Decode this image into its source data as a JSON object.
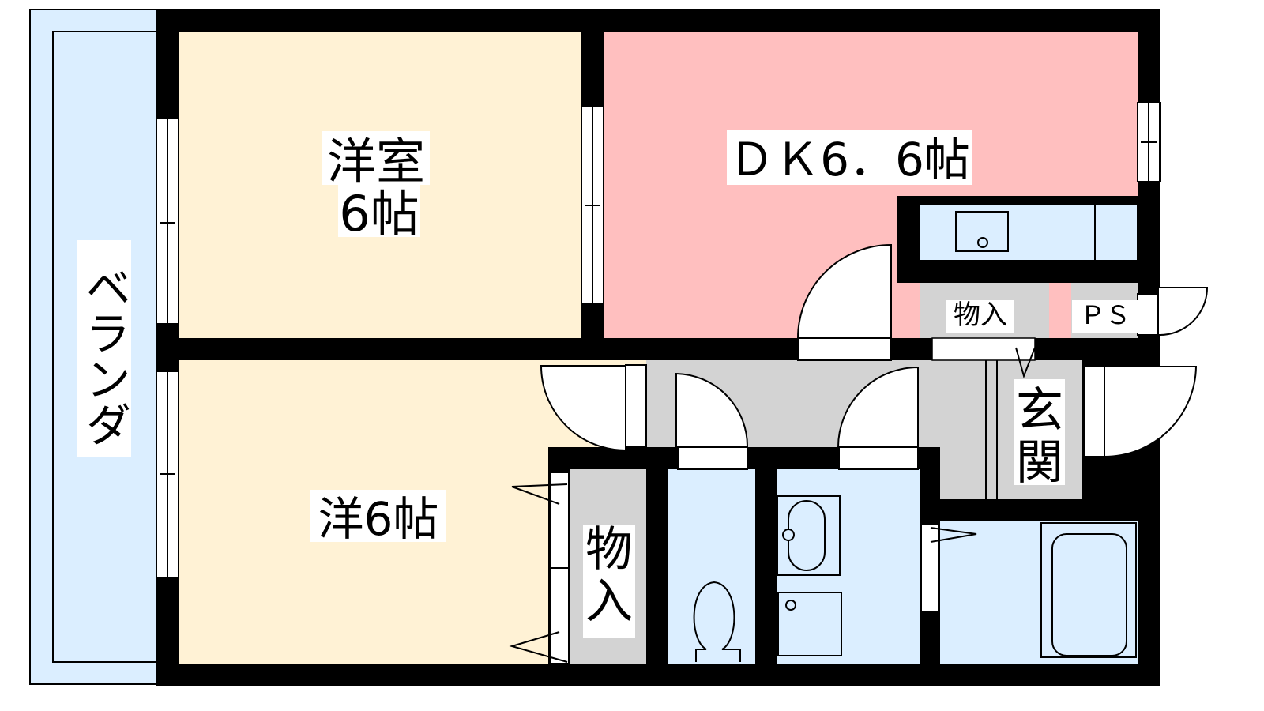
{
  "colors": {
    "wall": "#000000",
    "western_room": "#fff2d5",
    "dining_kitchen": "#ffbfbf",
    "wet_area": "#dbeeff",
    "storage_hall": "#d3d3d3",
    "balcony": "#dbeeff"
  },
  "rooms": {
    "western_room_1": {
      "line1": "洋室",
      "line2": "6帖"
    },
    "dining_kitchen": {
      "label": "ＤＫ6．6帖"
    },
    "western_room_2": {
      "label": "洋6帖"
    },
    "balcony": {
      "label": "ベランダ"
    },
    "closet_small": {
      "label": "物入"
    },
    "closet_tall": {
      "line1": "物",
      "line2": "入"
    },
    "pipe_space": {
      "label": "ＰＳ"
    },
    "entrance": {
      "line1": "玄",
      "line2": "関"
    }
  }
}
